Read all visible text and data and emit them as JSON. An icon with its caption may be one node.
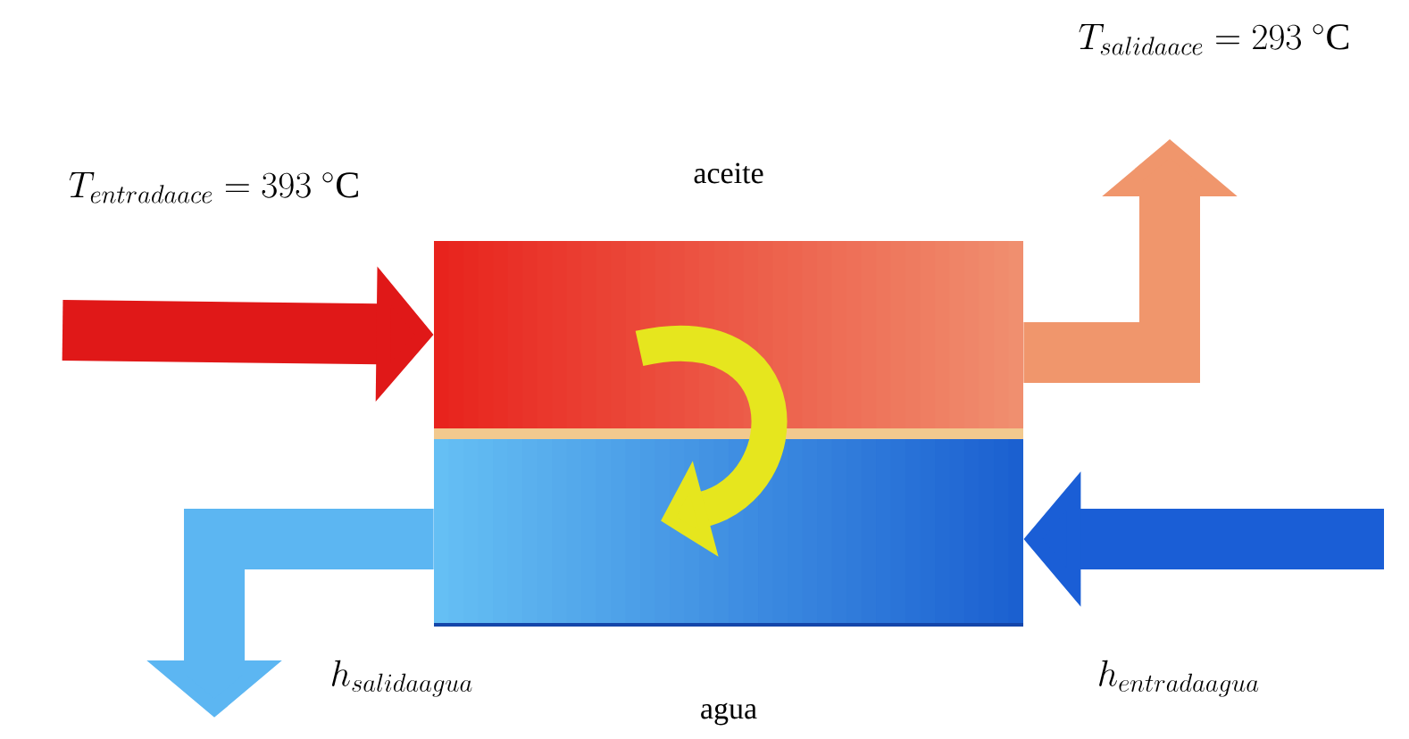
{
  "diagram": {
    "nodes": [
      {
        "text": [
          "aceite"
        ]
      },
      {
        "text": [
          "agua"
        ]
      }
    ],
    "edges": [
      {
        "from": null,
        "to": 0,
        "arrow": "to",
        "color": "#e01818"
      },
      {
        "from": 0,
        "to": null,
        "arrow": "to",
        "color": "#f0966c"
      },
      {
        "from": null,
        "to": 1,
        "arrow": "to",
        "color": "#1a5ed6"
      },
      {
        "from": 1,
        "to": null,
        "arrow": "to",
        "color": "#5cb6f2"
      },
      {
        "from": 0,
        "to": 1,
        "arrow": "to",
        "color": "#e6e61e"
      }
    ],
    "labels": [
      "T_{entradaace}=393\\ {}^{\\circ}\\mathrm{C}",
      "T_{salidaace}=293\\ {}^{\\circ}\\mathrm{C}",
      "h_{salidaagua}",
      "h_{entradaagua}"
    ]
  }
}
